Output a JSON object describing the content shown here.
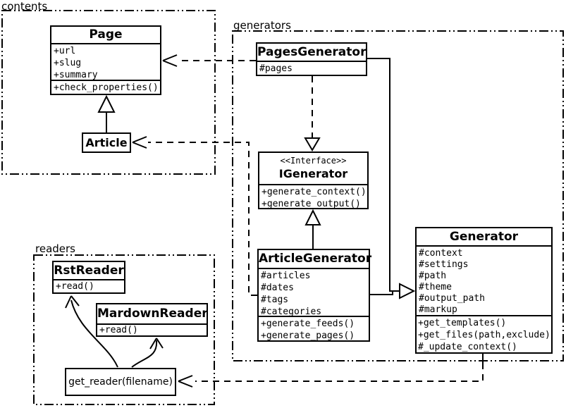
{
  "packages": {
    "contents": {
      "label": "contents"
    },
    "generators": {
      "label": "generators"
    },
    "readers": {
      "label": "readers"
    }
  },
  "classes": {
    "page": {
      "title": "Page",
      "attributes": [
        "+url",
        "+slug",
        "+summary"
      ],
      "methods": [
        "+check_properties()"
      ]
    },
    "article": {
      "title": "Article"
    },
    "pages_generator": {
      "title": "PagesGenerator",
      "attributes": [
        "#pages"
      ]
    },
    "igenerator": {
      "stereotype": "<<Interface>>",
      "title": "IGenerator",
      "methods": [
        "+generate_context()",
        "+generate_output()"
      ]
    },
    "article_generator": {
      "title": "ArticleGenerator",
      "attributes": [
        "#articles",
        "#dates",
        "#tags",
        "#categories"
      ],
      "methods": [
        "+generate_feeds()",
        "+generate_pages()"
      ]
    },
    "generator": {
      "title": "Generator",
      "attributes": [
        "#context",
        "#settings",
        "#path",
        "#theme",
        "#output_path",
        "#markup"
      ],
      "methods": [
        "+get_templates()",
        "+get_files(path,exclude)",
        "#_update_context()"
      ]
    },
    "rst_reader": {
      "title": "RstReader",
      "methods": [
        "+read()"
      ]
    },
    "mardown_reader": {
      "title": "MardownReader",
      "methods": [
        "+read()"
      ]
    },
    "get_reader": {
      "label": "get_reader(filename)"
    }
  },
  "relationships": [
    {
      "from": "Article",
      "to": "Page",
      "type": "generalization"
    },
    {
      "from": "PagesGenerator",
      "to": "Page",
      "type": "dependency"
    },
    {
      "from": "PagesGenerator",
      "to": "IGenerator",
      "type": "realization"
    },
    {
      "from": "ArticleGenerator",
      "to": "IGenerator",
      "type": "generalization"
    },
    {
      "from": "ArticleGenerator",
      "to": "Article",
      "type": "dependency"
    },
    {
      "from": "PagesGenerator",
      "to": "Generator",
      "type": "generalization"
    },
    {
      "from": "ArticleGenerator",
      "to": "Generator",
      "type": "generalization"
    },
    {
      "from": "Generator",
      "to": "get_reader(filename)",
      "type": "dependency"
    },
    {
      "from": "get_reader(filename)",
      "to": "RstReader",
      "type": "arrow"
    },
    {
      "from": "get_reader(filename)",
      "to": "MardownReader",
      "type": "arrow"
    }
  ],
  "colors": {
    "line": "#000000",
    "background": "#ffffff",
    "box_fill": "#ffffff"
  }
}
